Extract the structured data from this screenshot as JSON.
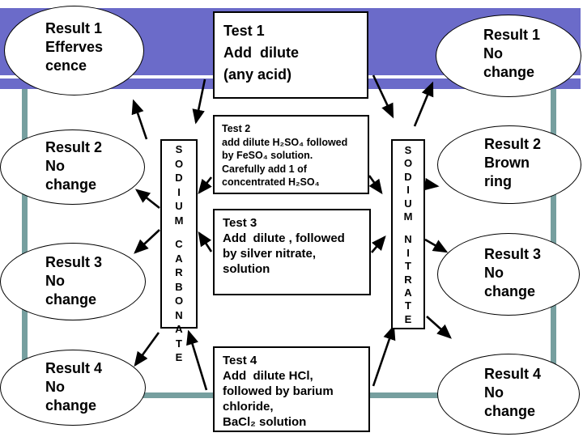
{
  "palette": {
    "banner_blue": "#6b6bc9",
    "frame_teal": "#769f9f",
    "box_border": "#000000",
    "background": "#ffffff"
  },
  "left_column": {
    "substance": {
      "word1": "SODIUM",
      "word2": "CARBONATE"
    },
    "results": [
      {
        "lines": [
          "Result 1",
          "Efferves",
          "cence"
        ]
      },
      {
        "lines": [
          "Result 2",
          "No",
          "change"
        ]
      },
      {
        "lines": [
          "Result 3",
          "No",
          "change"
        ]
      },
      {
        "lines": [
          "Result 4",
          "No",
          "change"
        ]
      }
    ]
  },
  "center_column": {
    "tests": [
      {
        "lines": [
          "Test 1",
          "Add  dilute",
          "(any acid)"
        ]
      },
      {
        "lines": [
          "Test 2",
          "add dilute H₂SO₄ followed",
          "by FeSO₄ solution.",
          "Carefully add 1 of",
          "concentrated H₂SO₄"
        ]
      },
      {
        "lines": [
          "Test 3",
          "Add  dilute , followed",
          "by silver nitrate,",
          "solution"
        ]
      },
      {
        "lines": [
          "Test 4",
          "Add  dilute HCl,",
          "followed by barium",
          "chloride,",
          "BaCl₂ solution"
        ]
      }
    ]
  },
  "right_column": {
    "substance": {
      "word1": "SODIUM",
      "word2": "NITRATE"
    },
    "results": [
      {
        "lines": [
          "Result 1",
          "No",
          "change"
        ]
      },
      {
        "lines": [
          "Result 2",
          "Brown",
          "ring"
        ]
      },
      {
        "lines": [
          "Result 3",
          "No",
          "change"
        ]
      },
      {
        "lines": [
          "Result 4",
          "No",
          "change"
        ]
      }
    ]
  }
}
